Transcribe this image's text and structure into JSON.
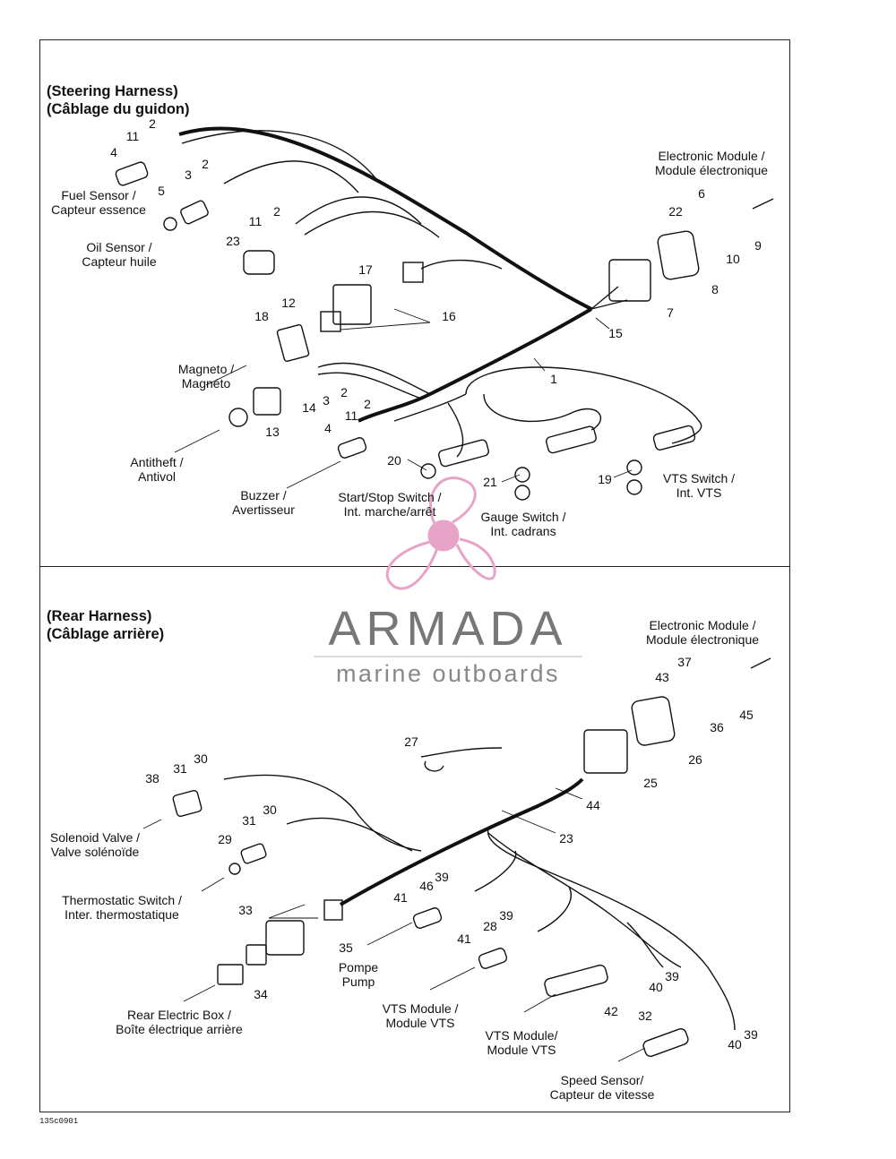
{
  "sections": [
    {
      "title_en": "(Steering Harness)",
      "title_fr": "(Câblage du guidon)"
    },
    {
      "title_en": "(Rear Harness)",
      "title_fr": "(Câblage arrière)"
    }
  ],
  "labels": {
    "fuel_sensor": [
      "Fuel Sensor /",
      "Capteur essence"
    ],
    "oil_sensor": [
      "Oil Sensor /",
      "Capteur huile"
    ],
    "electronic_module_top": [
      "Electronic Module /",
      "Module électronique"
    ],
    "magneto": [
      "Magneto /",
      "Magnéto"
    ],
    "antitheft": [
      "Antitheft /",
      "Antivol"
    ],
    "buzzer": [
      "Buzzer /",
      "Avertisseur"
    ],
    "start_stop": [
      "Start/Stop Switch /",
      "Int. marche/arrêt"
    ],
    "gauge_switch": [
      "Gauge Switch /",
      "Int. cadrans"
    ],
    "vts_switch": [
      "VTS Switch /",
      "Int. VTS"
    ],
    "electronic_module_bottom": [
      "Electronic Module /",
      "Module électronique"
    ],
    "solenoid_valve": [
      "Solenoid Valve /",
      "Valve solénoïde"
    ],
    "thermostatic_switch": [
      "Thermostatic Switch /",
      "Inter. thermostatique"
    ],
    "pompe": [
      "Pompe",
      "Pump"
    ],
    "rear_electric_box": [
      "Rear Electric Box /",
      "Boîte électrique arrière"
    ],
    "vts_module_1": [
      "VTS Module /",
      "Module VTS"
    ],
    "vts_module_2": [
      "VTS Module/",
      "Module VTS"
    ],
    "speed_sensor": [
      "Speed Sensor/",
      "Capteur de vitesse"
    ]
  },
  "numbers_top": [
    "1",
    "2",
    "2",
    "2",
    "2",
    "2",
    "3",
    "3",
    "4",
    "4",
    "5",
    "6",
    "7",
    "8",
    "9",
    "10",
    "11",
    "11",
    "11",
    "12",
    "13",
    "14",
    "15",
    "16",
    "17",
    "18",
    "19",
    "20",
    "21",
    "22",
    "23"
  ],
  "numbers_bottom": [
    "23",
    "25",
    "26",
    "27",
    "28",
    "29",
    "30",
    "30",
    "31",
    "31",
    "32",
    "33",
    "34",
    "35",
    "36",
    "37",
    "38",
    "39",
    "39",
    "39",
    "39",
    "40",
    "40",
    "41",
    "41",
    "42",
    "43",
    "44",
    "45",
    "46"
  ],
  "logo": {
    "name": "ARMADA",
    "tagline": "marine outboards",
    "color": "#e8a3c9"
  },
  "figure_code": "13Sc0901"
}
